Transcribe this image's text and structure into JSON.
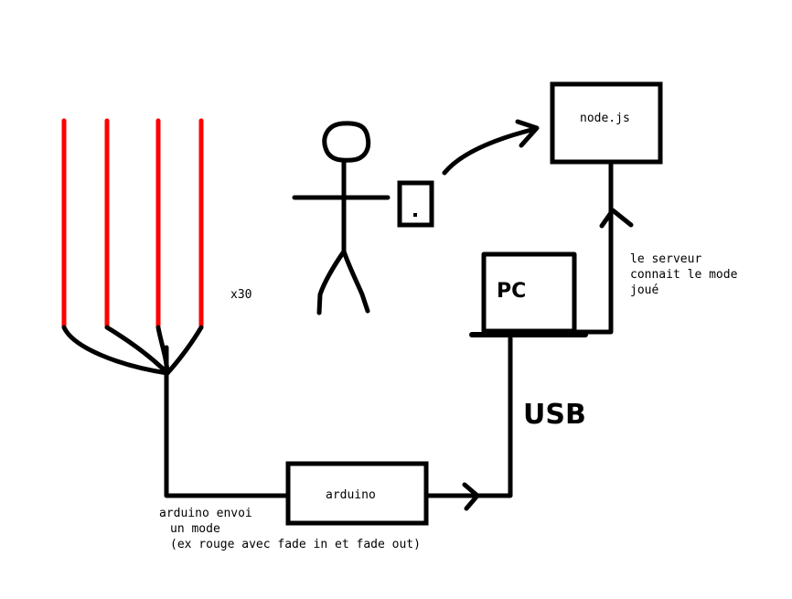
{
  "labels": {
    "nodejs": "node.js",
    "pc": "PC",
    "usb": "USB",
    "arduino": "arduino",
    "count": "x30",
    "server_line1": "le serveur",
    "server_line2": "connait le mode",
    "server_line3": "joué",
    "arduino_line1": "arduino envoi",
    "arduino_line2": "un mode",
    "arduino_line3": "(ex rouge avec fade in et fade out)"
  },
  "colors": {
    "stroke": "#000000",
    "led": "#ff0000",
    "background": "#ffffff"
  }
}
